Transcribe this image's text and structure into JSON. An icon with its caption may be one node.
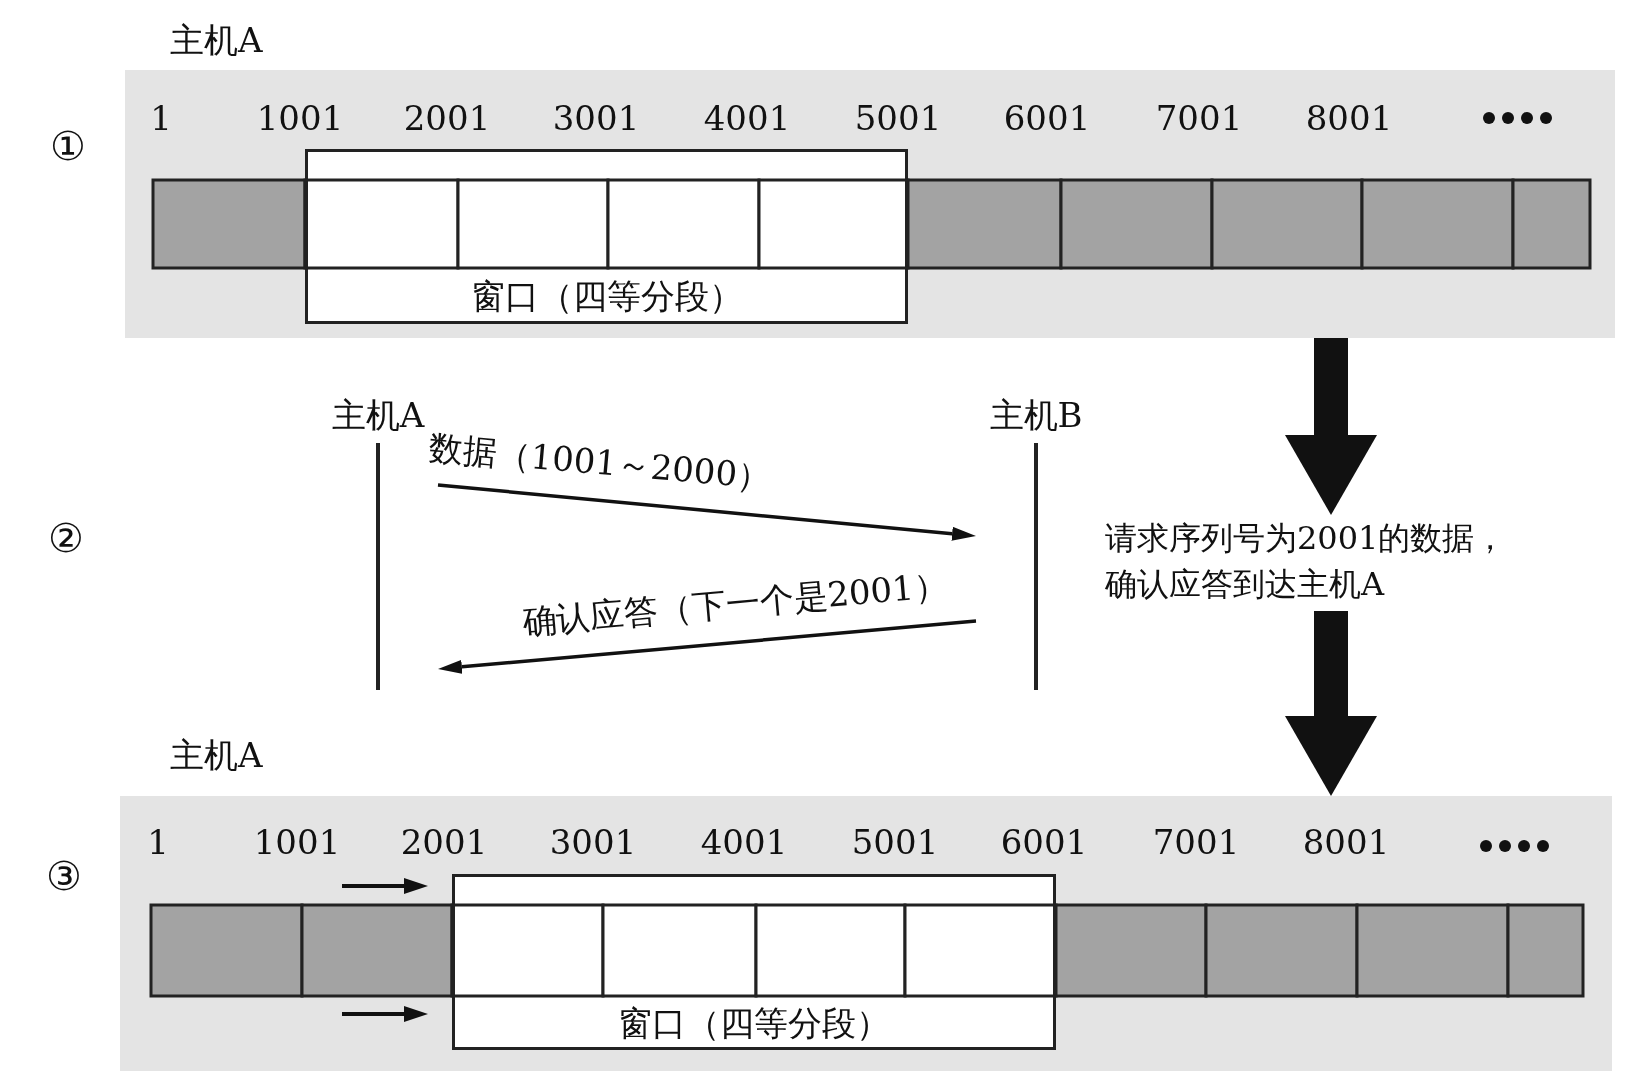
{
  "diagram": {
    "nodes": [
      {
        "text": [
          "主机A"
        ]
      },
      {
        "text": [
          "窗口（四等分段）"
        ],
        "in": 0
      },
      {
        "text": [
          "主机A"
        ]
      },
      {
        "text": [
          "主机B"
        ]
      },
      {
        "text": [
          "请求序列号为2001的数据，确认应答到达主机A"
        ]
      },
      {
        "text": [
          "主机A"
        ]
      },
      {
        "text": [
          "窗口（四等分段）"
        ],
        "in": 5
      }
    ],
    "edges": [
      {
        "from": 2,
        "to": 3,
        "arrow": "to",
        "label": "数据（1001～2000）"
      },
      {
        "from": 3,
        "to": 2,
        "arrow": "to",
        "label": "确认应答（下一个是2001）"
      },
      {
        "from": 0,
        "to": 4,
        "arrow": "to",
        "style": "thick"
      },
      {
        "from": 4,
        "to": 5,
        "arrow": "to",
        "style": "thick"
      }
    ],
    "labels": [
      "①",
      "1",
      "1001",
      "2001",
      "3001",
      "4001",
      "5001",
      "6001",
      "7001",
      "8001",
      "②",
      "③",
      "1",
      "1001",
      "2001",
      "3001",
      "4001",
      "5001",
      "6001",
      "7001",
      "8001"
    ]
  }
}
